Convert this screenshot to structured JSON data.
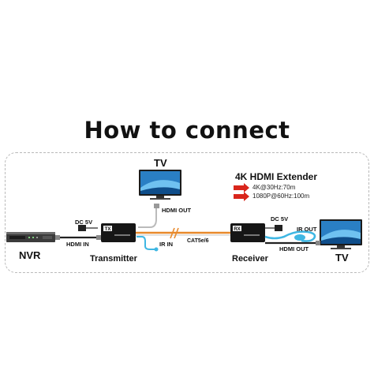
{
  "title": "How to connect",
  "product": {
    "name": "4K HDMI Extender",
    "specs": [
      "4K@30Hz:70m",
      "1080P@60Hz:100m"
    ]
  },
  "devices": {
    "nvr": "NVR",
    "tv_top": "TV",
    "tv_right": "TV",
    "transmitter": "Transmitter",
    "receiver": "Receiver",
    "tx_badge": "TX",
    "rx_badge": "RX"
  },
  "ports": {
    "hdmi_out_top": "HDMI OUT",
    "dc_tx": "DC  5V",
    "hdmi_in": "HDMI IN",
    "ir_in": "IR IN",
    "cable": "CAT5e/6",
    "dc_rx": "DC  5V",
    "ir_out": "IR OUT",
    "hdmi_out_rx": "HDMI OUT"
  },
  "colors": {
    "cat_cable": "#e8892b",
    "ir_cable": "#3fb7e3",
    "arrow": "#d9261c"
  }
}
